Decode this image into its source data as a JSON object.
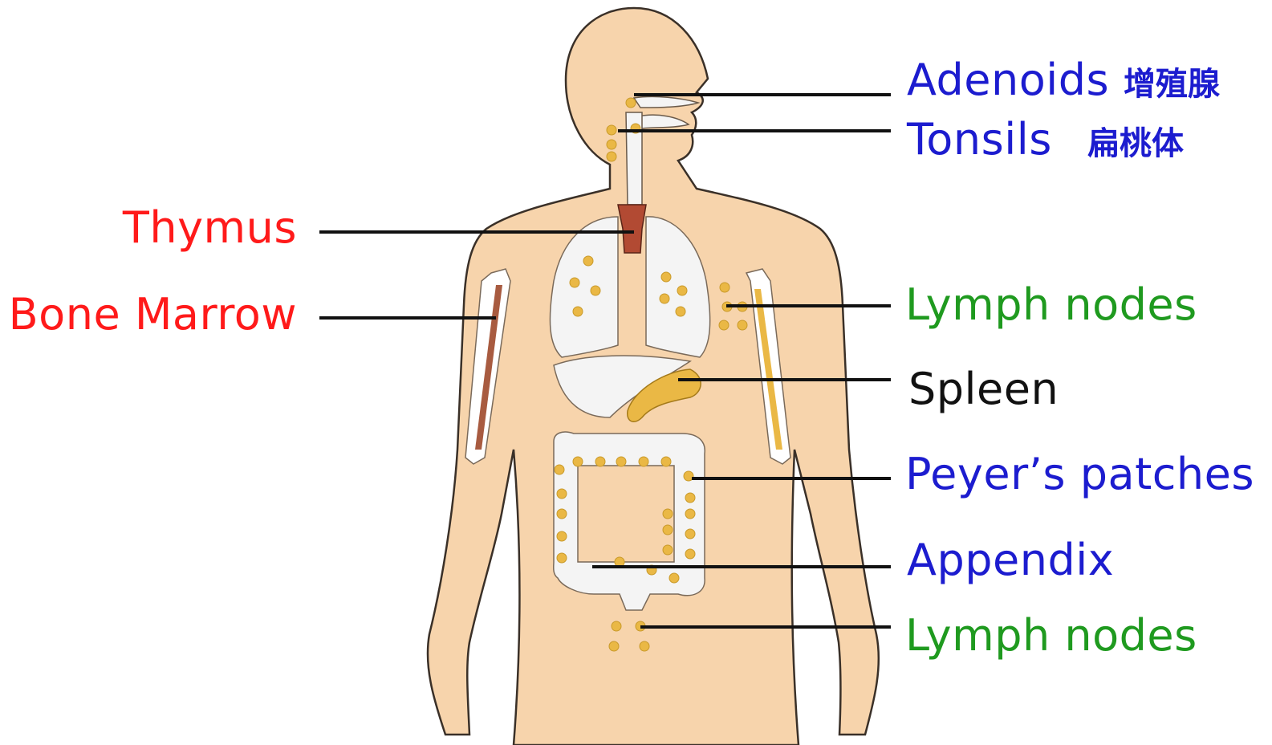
{
  "colors": {
    "skin": "#f7d4ac",
    "skin_outline": "#3a3028",
    "organ": "#f4f4f4",
    "node": "#eab845",
    "thymus": "#b24a33",
    "marrow": "#a85b40",
    "leader": "#111111",
    "red": "#ff1a1a",
    "blue": "#1c1ccf",
    "green": "#1f9a1f",
    "black": "#111111"
  },
  "labels": {
    "adenoids": {
      "en": "Adenoids",
      "zh": "增殖腺"
    },
    "tonsils": {
      "en": "Tonsils",
      "zh": "扁桃体"
    },
    "thymus": "Thymus",
    "bone_marrow": "Bone Marrow",
    "lymph_nodes_upper": "Lymph nodes",
    "spleen": "Spleen",
    "peyers_patches": "Peyer’s patches",
    "appendix": "Appendix",
    "lymph_nodes_lower": "Lymph nodes"
  }
}
